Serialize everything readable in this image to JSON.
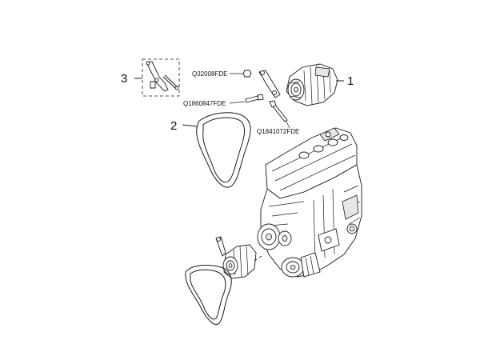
{
  "callouts": {
    "c1": "1",
    "c2": "2",
    "c3": "3"
  },
  "part_numbers": {
    "p1": "Q32008FDE",
    "p2": "Q1860847FDE",
    "p3": "Q1841072FDE"
  }
}
